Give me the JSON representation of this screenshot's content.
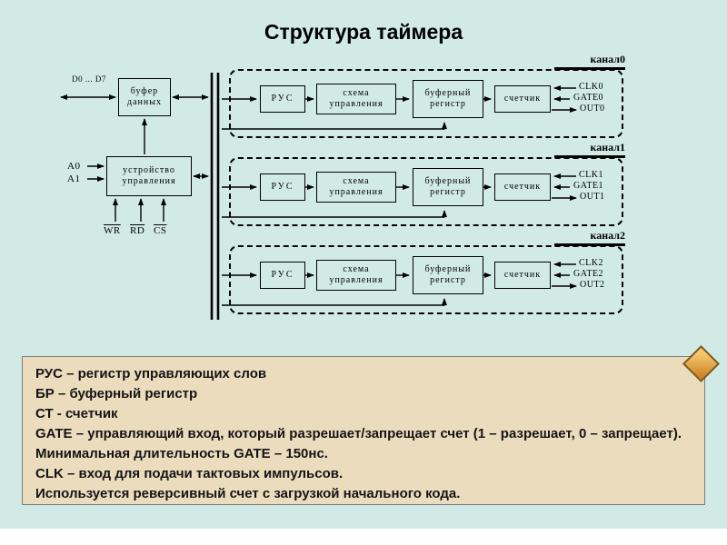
{
  "slide": {
    "title": "Структура таймера",
    "bg_color": "#d2eae6",
    "legend_bg_color": "#ecdcbe",
    "diamond_accent_color": "#e0a143"
  },
  "io": {
    "data_bus": "D0 ... D7",
    "a0": "A0",
    "a1": "A1",
    "wr": "WR",
    "rd": "RD",
    "cs": "CS"
  },
  "blocks": {
    "data_buffer_line1": "буфер",
    "data_buffer_line2": "данных",
    "control_unit_line1": "устройство",
    "control_unit_line2": "управления"
  },
  "channels": [
    {
      "name": "канал0",
      "rus": "РУС",
      "scheme_line1": "схема",
      "scheme_line2": "управления",
      "buf_line1": "буферный",
      "buf_line2": "регистр",
      "counter": "счетчик",
      "clk": "CLK0",
      "gate": "GATE0",
      "out": "OUT0"
    },
    {
      "name": "канал1",
      "rus": "РУС",
      "scheme_line1": "схема",
      "scheme_line2": "управления",
      "buf_line1": "буферный",
      "buf_line2": "регистр",
      "counter": "счетчик",
      "clk": "CLK1",
      "gate": "GATE1",
      "out": "OUT1"
    },
    {
      "name": "канал2",
      "rus": "РУС",
      "scheme_line1": "схема",
      "scheme_line2": "управления",
      "buf_line1": "буферный",
      "buf_line2": "регистр",
      "counter": "счетчик",
      "clk": "CLK2",
      "gate": "GATE2",
      "out": "OUT2"
    }
  ],
  "legend": {
    "line1": "РУС – регистр управляющих слов",
    "line2": "БР – буферный регистр",
    "line3": "СТ - счетчик",
    "line4": "GATE – управляющий вход, который разрешает/запрещает счет (1 – разрешает, 0 – запрещает). Минимальная длительность GATE – 150нс.",
    "line5": "CLK – вход для подачи тактовых импульсов.",
    "line6": "Используется реверсивный счет с загрузкой начального кода."
  }
}
